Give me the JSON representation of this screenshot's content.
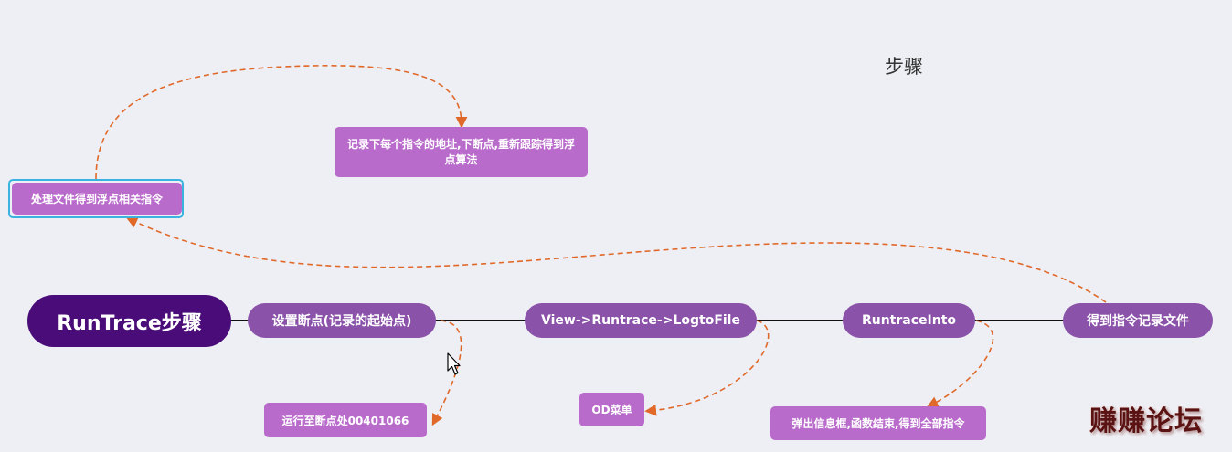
{
  "diagram": {
    "title_note": "步骤",
    "root": {
      "label": "RunTrace步骤"
    },
    "steps": [
      {
        "id": "step1",
        "label": "设置断点(记录的起始点)"
      },
      {
        "id": "step2",
        "label": "View->Runtrace->LogtoFile"
      },
      {
        "id": "step3",
        "label": "RuntraceInto"
      },
      {
        "id": "step4",
        "label": "得到指令记录文件"
      }
    ],
    "notes": [
      {
        "id": "note1",
        "label": "运行至断点处00401066",
        "attached_to": "step1"
      },
      {
        "id": "note2",
        "label": "OD菜单",
        "attached_to": "step2"
      },
      {
        "id": "note3",
        "label": "弹出信息框,函数结束,得到全部指令",
        "attached_to": "step3"
      },
      {
        "id": "note4",
        "label": "处理文件得到浮点相关指令",
        "attached_to": "step4"
      },
      {
        "id": "note5",
        "label": "记录下每个指令的地址,下断点,重新跟踪得到浮点算法",
        "attached_to": "note4"
      }
    ],
    "watermark": "赚赚论坛",
    "colors": {
      "background": "#eeeff4",
      "root": "#4a0c78",
      "step": "#8a52a8",
      "note": "#b96bcb",
      "connector": "#e0692a",
      "spine": "#111111",
      "selection": "#3bb3e0"
    }
  }
}
